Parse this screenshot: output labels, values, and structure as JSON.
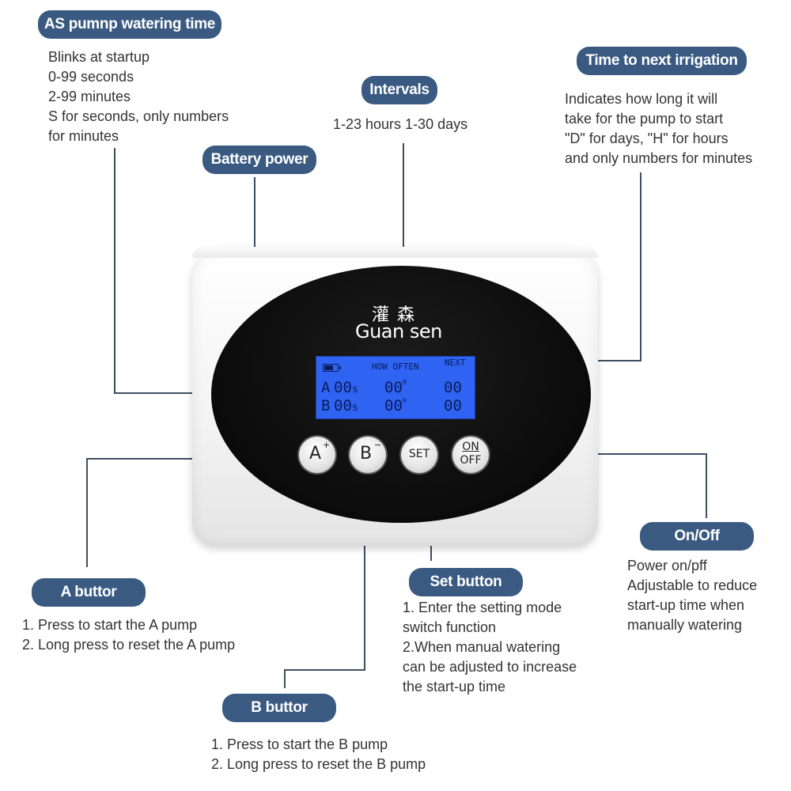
{
  "labels": {
    "as_pump": {
      "title": "AS pumnp watering time",
      "lines": [
        "Blinks at startup",
        "0-99 seconds",
        "2-99 minutes",
        "S for seconds, only numbers",
        "for minutes"
      ]
    },
    "intervals": {
      "title": "Intervals",
      "lines": [
        "1-23 hours 1-30 days"
      ]
    },
    "battery": {
      "title": "Battery power"
    },
    "next": {
      "title": "Time to next irrigation",
      "lines": [
        "Indicates how long it will",
        "take for the pump to start",
        "\"D\" for days, \"H\" for hours",
        "and only numbers for minutes"
      ]
    },
    "a_button": {
      "title": "A buttor",
      "lines": [
        "1. Press to start the A pump",
        "2. Long press to reset the A pump"
      ]
    },
    "set_button": {
      "title": "Set button",
      "lines": [
        "1. Enter the setting mode",
        "switch function",
        "2.When manual watering",
        "can be adjusted to increase",
        "the start-up time"
      ]
    },
    "onoff": {
      "title": "On/Off",
      "lines": [
        "Power on/pff",
        "Adjustable to reduce",
        "start-up time when",
        "manually watering"
      ]
    },
    "b_button": {
      "title": "B buttor",
      "lines": [
        "1. Press to start the B pump",
        "2. Long press to reset the B pump"
      ]
    }
  },
  "device": {
    "brand_cn": "灌森",
    "brand_en": "Guan sen",
    "lcd": {
      "how_often": "HOW OFTEN",
      "next": "NEXT",
      "row_a": {
        "label": "A",
        "time": "00",
        "unit": "s",
        "interval": "00",
        "interval_unit": "H",
        "next": "00"
      },
      "row_b": {
        "label": "B",
        "time": "00",
        "unit": "s",
        "interval": "00",
        "interval_unit": "H",
        "next": "00"
      }
    },
    "buttons": {
      "a": {
        "label": "A",
        "sup": "+"
      },
      "b": {
        "label": "B",
        "sup": "−"
      },
      "set": {
        "label": "SET"
      },
      "onoff": {
        "top": "ON",
        "bottom": "OFF"
      }
    }
  },
  "colors": {
    "pill": "#3a5a82",
    "lcd": "#2f63f2",
    "leader": "#3d4f63"
  }
}
